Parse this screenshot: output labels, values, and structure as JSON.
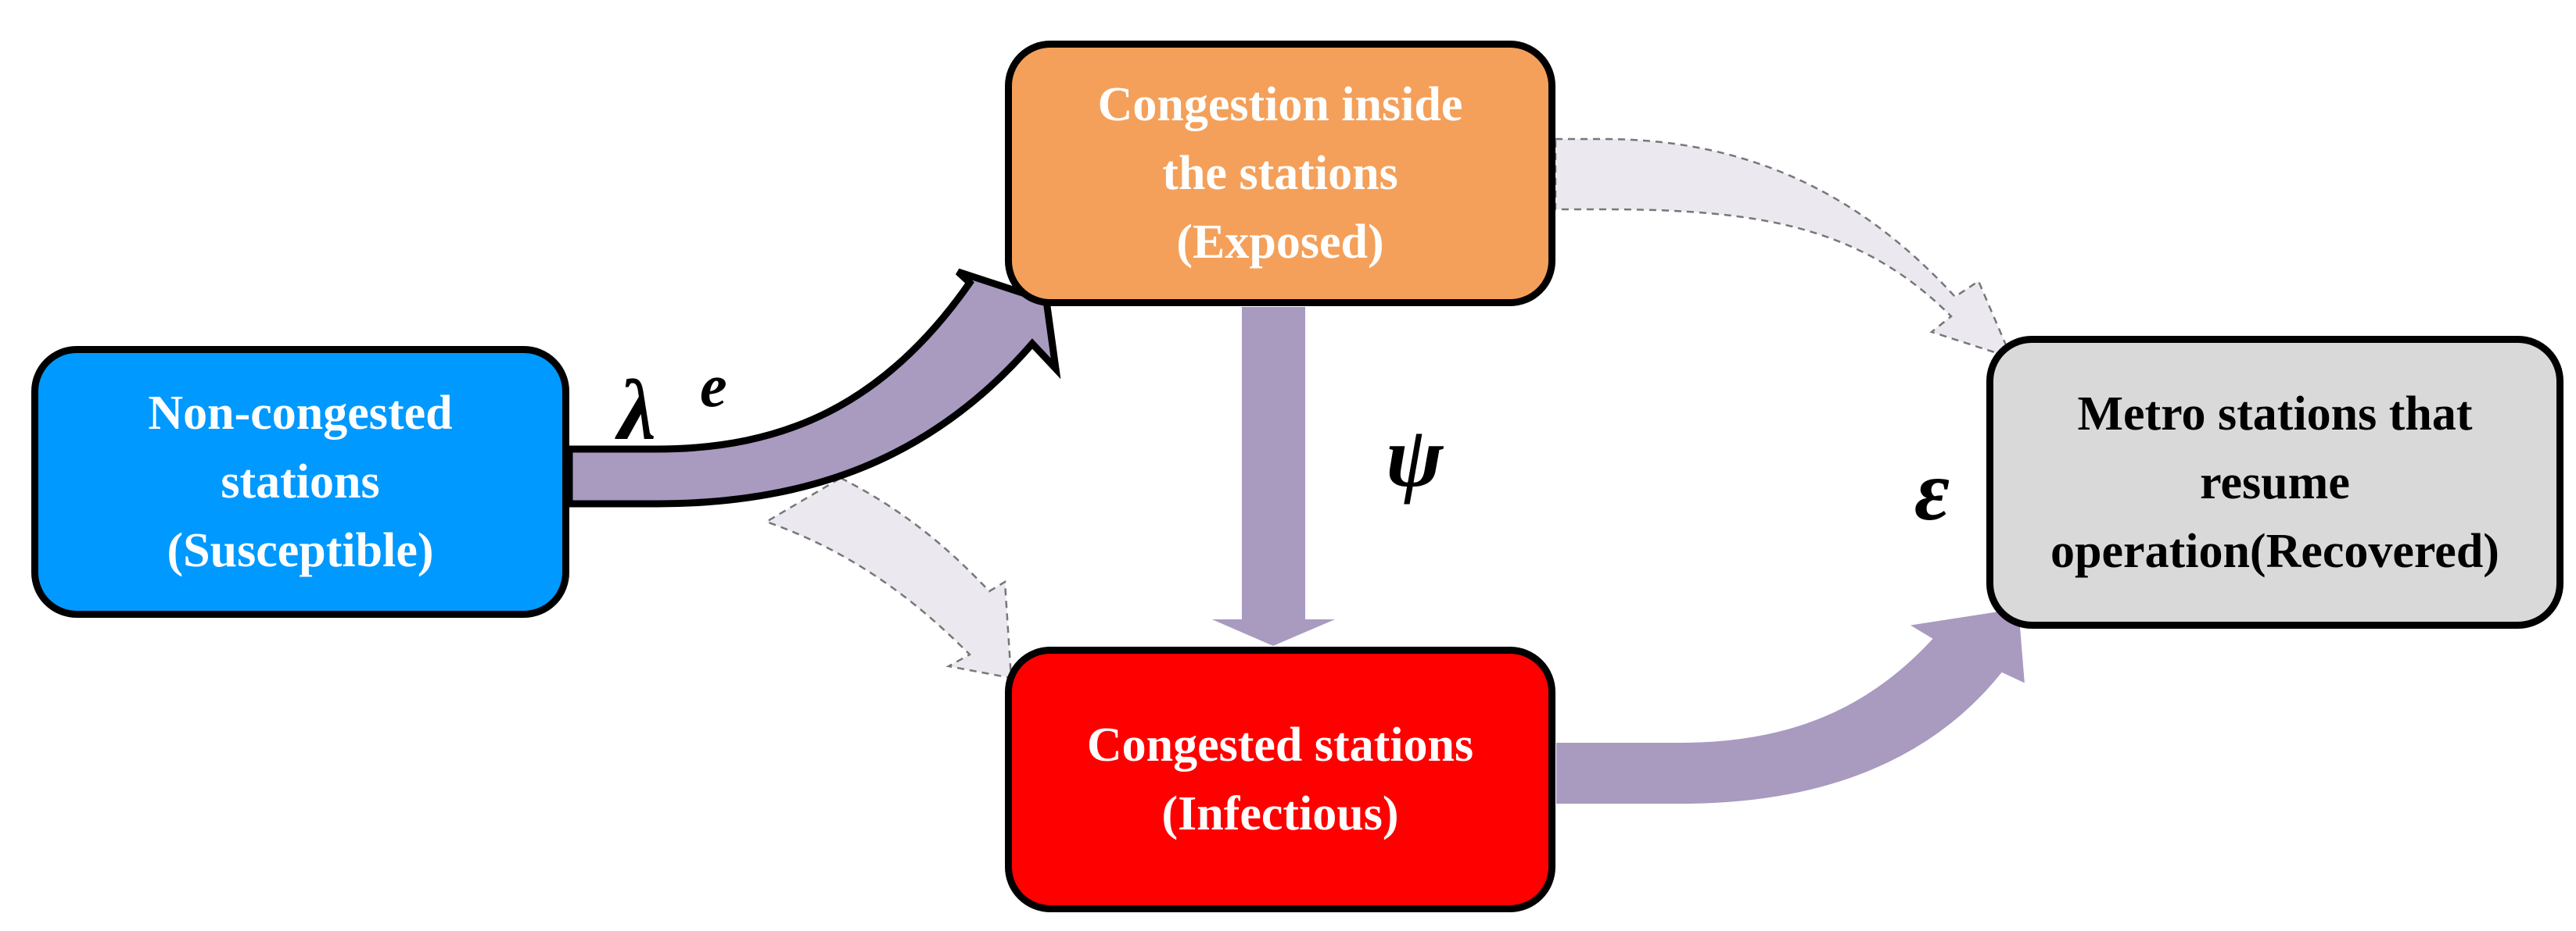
{
  "colors": {
    "susceptible": "#0099ff",
    "exposed": "#f4a05a",
    "infectious": "#ff0000",
    "recovered": "#d9d9d9",
    "transition_arrow": "#a99ac0",
    "faint_arrow": "#ebe8f0"
  },
  "nodes": {
    "susceptible": {
      "lines": [
        "Non-congested",
        "stations",
        "(Susceptible)"
      ]
    },
    "exposed": {
      "lines": [
        "Congestion inside",
        "the stations",
        "(Exposed)"
      ]
    },
    "infectious": {
      "lines": [
        "Congested stations",
        "(Infectious)"
      ]
    },
    "recovered": {
      "lines": [
        "Metro stations that",
        "resume",
        "operation(Recovered)"
      ]
    }
  },
  "rates": {
    "exposure": {
      "symbol": "λ",
      "superscript": "e"
    },
    "infection": {
      "symbol": "ψ"
    },
    "recovery": {
      "symbol": "ε"
    }
  }
}
